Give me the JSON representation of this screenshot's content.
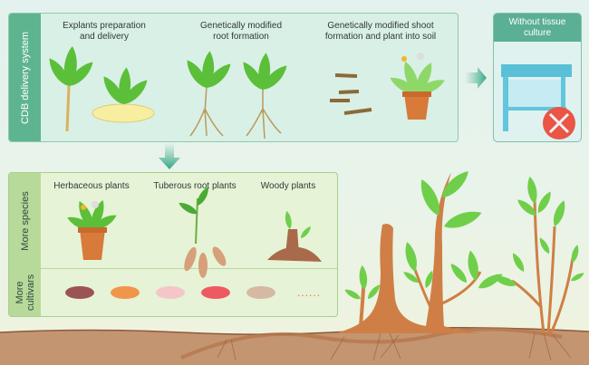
{
  "cdb_panel": {
    "side_label": "CDB delivery system",
    "steps": [
      {
        "label_line1": "Explants preparation",
        "label_line2": "and delivery"
      },
      {
        "label_line1": "Genetically modified",
        "label_line2": "root formation"
      },
      {
        "label_line1": "Genetically modified shoot",
        "label_line2": "formation and plant into soil"
      }
    ]
  },
  "tissue_culture_box": {
    "title_line1": "Without tissue",
    "title_line2": "culture",
    "icon": "cross-icon"
  },
  "applications_panel": {
    "species_label": "More species",
    "cultivars_label_line1": "More",
    "cultivars_label_line2": "cultivars",
    "species": [
      "Herbaceous plants",
      "Tuberous root plants",
      "Woody plants"
    ],
    "cultivar_colors": [
      "#9a5552",
      "#f0954a",
      "#f4c6c8",
      "#ef5a62",
      "#d5b9a2"
    ],
    "ellipsis": "......"
  },
  "colors": {
    "strip_green": "#5eb48f",
    "strip_light": "#b7d99a",
    "leaf": "#5cbf3a",
    "soil": "#c49571",
    "stem": "#cf7f45"
  }
}
